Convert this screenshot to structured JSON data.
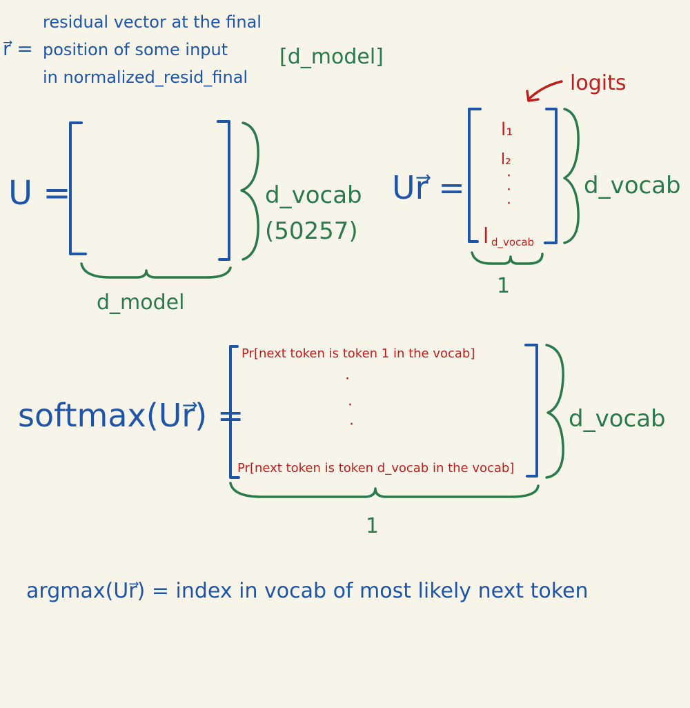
{
  "r_definition": {
    "lhs": "r⃗ =",
    "line1": "residual vector at the final",
    "line2": "position of some input",
    "line3": "in normalized_resid_final",
    "shape": "[d_model]"
  },
  "U_matrix": {
    "lhs": "U =",
    "rows_label": "d_vocab",
    "rows_count": "(50257)",
    "cols_label": "d_model"
  },
  "Ur_vector": {
    "lhs": "Ur⃗ =",
    "entries": [
      "l₁",
      "l₂",
      "·",
      "·",
      "·"
    ],
    "last_entry": "l",
    "last_entry_sub": "d_vocab",
    "annotation": "logits",
    "rows_label": "d_vocab",
    "cols_label": "1"
  },
  "softmax": {
    "lhs": "softmax(Ur⃗) =",
    "first_entry": "Pr[next token is token 1  in the vocab]",
    "dots": [
      "·",
      "·",
      "·"
    ],
    "last_entry": "Pr[next token is token d_vocab in the vocab]",
    "rows_label": "d_vocab",
    "cols_label": "1"
  },
  "argmax": {
    "text": "argmax(Ur⃗) = index in vocab of most likely next token"
  }
}
